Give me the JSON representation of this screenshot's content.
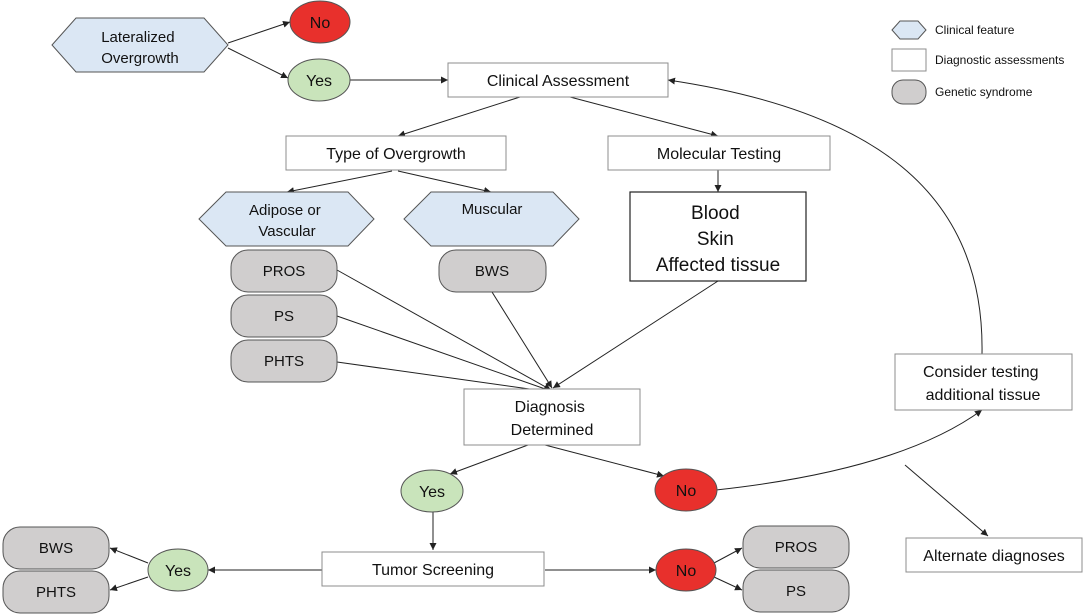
{
  "legend": {
    "clinical_feature": "Clinical feature",
    "diagnostic_assessments": "Diagnostic assessments",
    "genetic_syndrome": "Genetic syndrome"
  },
  "nodes": {
    "lateralized_overgrowth": [
      "Lateralized",
      "Overgrowth"
    ],
    "no_top": "No",
    "yes_top": "Yes",
    "clinical_assessment": "Clinical Assessment",
    "type_of_overgrowth": "Type of Overgrowth",
    "molecular_testing": "Molecular Testing",
    "adipose_vascular": [
      "Adipose or",
      "Vascular"
    ],
    "muscular": "Muscular",
    "tissues": [
      "Blood",
      "Skin",
      "Affected tissue"
    ],
    "pros_1": "PROS",
    "ps_1": "PS",
    "phts_1": "PHTS",
    "bws_1": "BWS",
    "consider_testing": [
      "Consider testing",
      "additional tissue"
    ],
    "diagnosis_determined": [
      "Diagnosis",
      "Determined"
    ],
    "yes_diag": "Yes",
    "no_diag": "No",
    "tumor_screening": "Tumor Screening",
    "yes_tumor": "Yes",
    "no_tumor": "No",
    "bws_2": "BWS",
    "phts_2": "PHTS",
    "pros_2": "PROS",
    "ps_2": "PS",
    "alternate_diagnoses": "Alternate diagnoses"
  },
  "colors": {
    "hexagon_fill": "#dbe7f4",
    "syndrome_fill": "#d0cece",
    "yes_fill": "#c9e4bb",
    "no_fill": "#e8302c",
    "box_stroke": "#8c8c8c",
    "line": "#222222"
  }
}
